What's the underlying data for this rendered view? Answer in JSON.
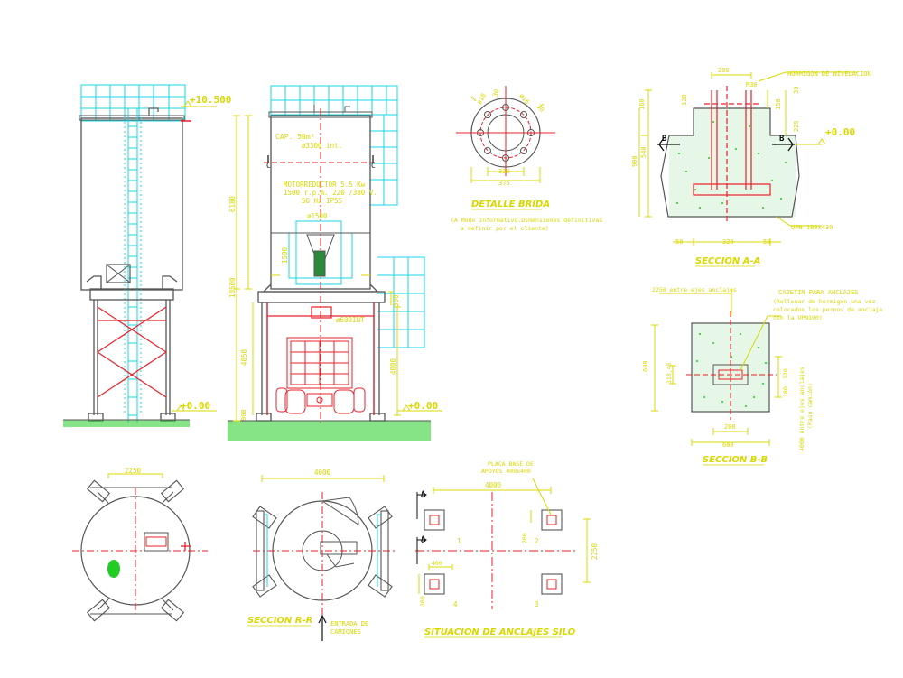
{
  "colors": {
    "cyan": "#19d6e6",
    "red": "#e8202a",
    "green": "#22cc22",
    "yellow": "#d8d800",
    "gray": "#555555",
    "black": "#111111",
    "magenta": "#d020c0"
  },
  "elevations": {
    "top": "+10.500",
    "ground_left": "+0.00",
    "ground_mid": "+0.00",
    "detail_a": "+0.00"
  },
  "front": {
    "cap": "CAP. 50m³",
    "diam_int": "ø3300 int.",
    "motor_l1": "MOTORREDUCTOR  5.5 Kw",
    "motor_l2": "1500  r.p.m. 220 /380 V.",
    "motor_l3": "50 Hz  IP55",
    "d1500": "ø1500",
    "d600": "ø600INT",
    "dim_6180": "6180",
    "dim_10500": "10500",
    "dim_4050": "4050",
    "dim_1500": "1500",
    "dim_300": "300",
    "dim_4000": "4000",
    "dim_900": "900",
    "sec_c": "C"
  },
  "flange": {
    "d1": "320",
    "d2": "375",
    "r1": "ø18",
    "r2": "30",
    "r3": "ø16",
    "r4": "30",
    "title": "DETALLE BRIDA",
    "note_l1": "(A Modo informativo.Dimensiones definitivas",
    "note_l2": "a definir por el cliente)"
  },
  "sec_aa": {
    "top": "200",
    "m30": "M30",
    "label": "HORMIGON DE NIVELACION",
    "v160": "160",
    "v120": "120",
    "v30": "30",
    "v150": "150",
    "v225": "225",
    "v540": "540",
    "v900": "900",
    "b": "B",
    "upn": "UPN 100x430",
    "b50a": "50",
    "b320": "320",
    "b50b": "50",
    "title": "SECCION A-A"
  },
  "sec_bb": {
    "top": "2250 entre ejes anclajes",
    "cajetin": "CAJETIN PARA ANCLAJES",
    "note_l1": "(Rellenar de hormigón una vez",
    "note_l2": "colocados los pernos de anclaje",
    "note_l3": "con la UPN100)",
    "v600": "600",
    "v118": "118,45",
    "v120": "120",
    "v180": "180",
    "v200": "200",
    "b600": "600",
    "side_l1": "4000 entre ejes anclajes",
    "side_l2": "(Paso camión)",
    "title": "SECCION B-B"
  },
  "plan": {
    "w": "2250"
  },
  "sec_rb": {
    "w": "4000",
    "title": "SECCION R-R",
    "entry_l1": "ENTRADA DE",
    "entry_l2": "CAMIONES"
  },
  "anchors": {
    "plate_l1": "PLACA BASE DE",
    "plate_l2": "APOYOS  400x400",
    "w": "4000",
    "h": "2250",
    "v200a": "200",
    "v200b": "200",
    "h400": "400",
    "a": "A",
    "n1": "1",
    "n2": "2",
    "n3": "3",
    "n4": "4",
    "title": "SITUACION DE ANCLAJES SILO"
  }
}
